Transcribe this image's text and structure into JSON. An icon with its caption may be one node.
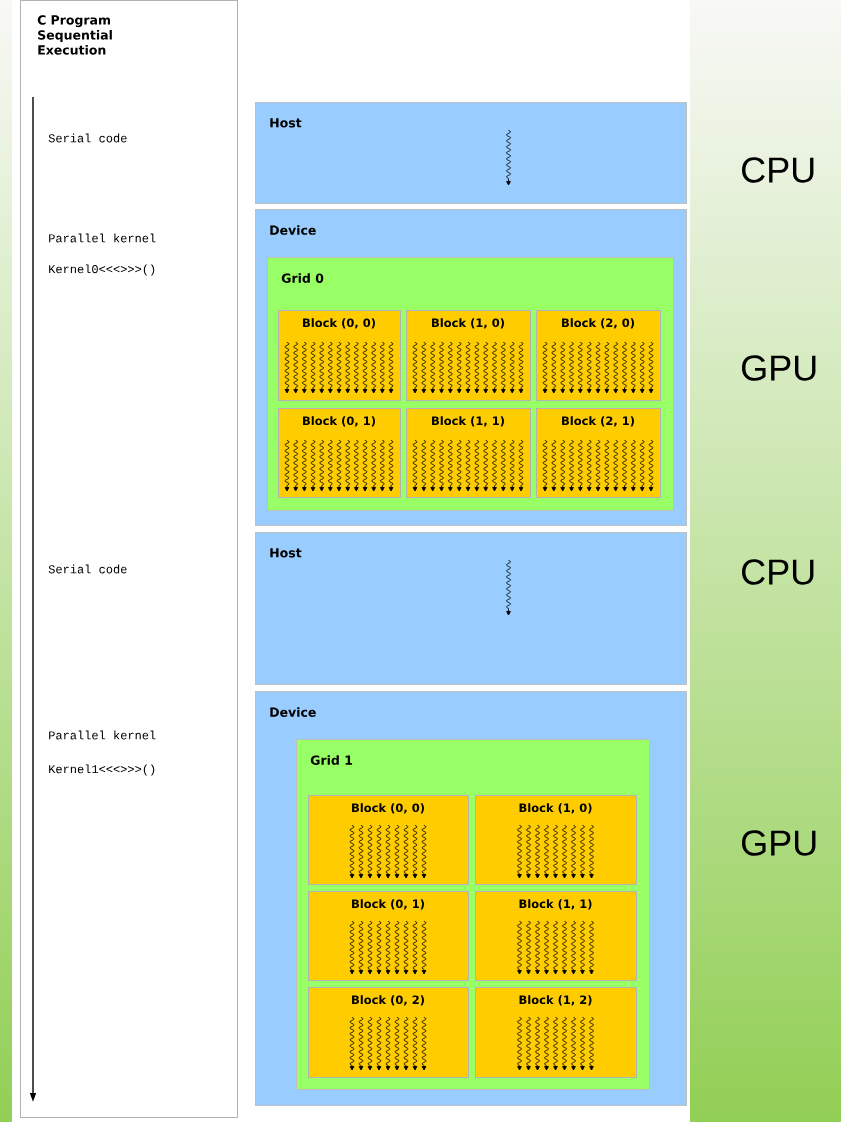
{
  "diagram": {
    "nodes": [
      {
        "text": [
          "C Program Sequential Execution"
        ]
      },
      {
        "text": [
          "Host"
        ]
      },
      {
        "text": [
          "Device"
        ]
      },
      {
        "text": [
          "Grid 0"
        ],
        "in": 2
      },
      {
        "text": [
          "Block (0, 0)"
        ],
        "in": 3
      },
      {
        "text": [
          "Block (1, 0)"
        ],
        "in": 3
      },
      {
        "text": [
          "Block (2, 0)"
        ],
        "in": 3
      },
      {
        "text": [
          "Block (0, 1)"
        ],
        "in": 3
      },
      {
        "text": [
          "Block (1, 1)"
        ],
        "in": 3
      },
      {
        "text": [
          "Block (2, 1)"
        ],
        "in": 3
      },
      {
        "text": [
          "Host"
        ]
      },
      {
        "text": [
          "Device"
        ]
      },
      {
        "text": [
          "Grid 1"
        ],
        "in": 11
      },
      {
        "text": [
          "Block (0, 0)"
        ],
        "in": 12
      },
      {
        "text": [
          "Block (1, 0)"
        ],
        "in": 12
      },
      {
        "text": [
          "Block (0, 1)"
        ],
        "in": 12
      },
      {
        "text": [
          "Block (1, 1)"
        ],
        "in": 12
      },
      {
        "text": [
          "Block (0, 2)"
        ],
        "in": 12
      },
      {
        "text": [
          "Block (1, 2)"
        ],
        "in": 12
      }
    ],
    "labels": [
      "Serial code",
      "CPU",
      "Parallel kernel",
      "Kernel0<<<>>>()",
      "GPU",
      "Serial code",
      "CPU",
      "Parallel kernel",
      "Kernel1<<<>>>()",
      "GPU"
    ]
  }
}
